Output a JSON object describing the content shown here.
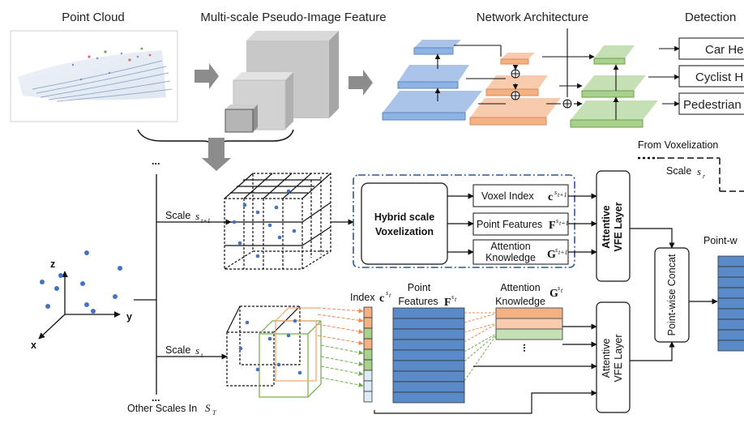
{
  "headers": {
    "point_cloud": "Point Cloud",
    "pseudo_image": "Multi-scale Pseudo-Image Feature",
    "network": "Network Architecture",
    "detection": "Detection"
  },
  "detections": [
    "Car He",
    "Cyclist H",
    "Pedestrian"
  ],
  "from_voxelization": "From  Voxelization",
  "scale_label": "Scale",
  "scale_syms": {
    "r": "s",
    "r_sub": "r",
    "t1": "s",
    "t1_sub": "t+1",
    "t": "s",
    "t_sub": "t"
  },
  "other_scales": "Other Scales In",
  "other_scales_sym": "S",
  "other_scales_sub": "T",
  "axes": {
    "x": "x",
    "y": "y",
    "z": "z"
  },
  "hybrid": {
    "line1": "Hybrid scale",
    "line2": "Voxelization"
  },
  "voxel_index": "Voxel Index",
  "point_features": "Point Features",
  "attention_knowledge_1": "Attention",
  "attention_knowledge_2": "Knowledge",
  "sym_c": "c",
  "sym_F": "F",
  "sym_G": "G",
  "sup_t1": "s",
  "sup_t1_sub": "t+1",
  "sup_t": "s",
  "sup_t_sub": "t",
  "vfe_line1": "Attentive",
  "vfe_line2": "VFE Layer",
  "concat": "Point-wise Concat",
  "pointwise": "Point-w",
  "index_label": "Index",
  "point_features_1": "Point",
  "point_features_2": "Features",
  "ellipsis": "...",
  "colors": {
    "blue": "#8eb4e3",
    "orange": "#f4b183",
    "green": "#a9d18e",
    "dashblue": "#2f5597"
  }
}
